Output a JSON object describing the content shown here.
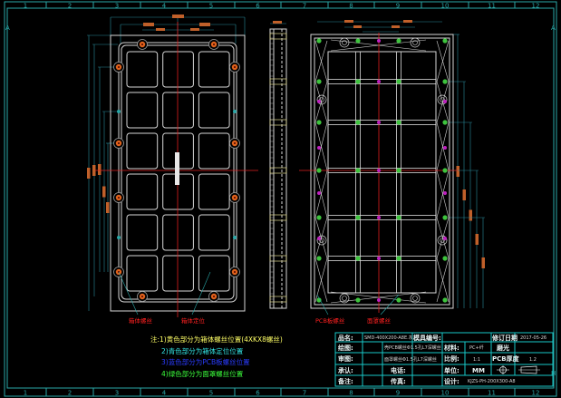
{
  "drawing": {
    "border": {
      "columns": [
        "1",
        "2",
        "3",
        "4",
        "5",
        "6",
        "7",
        "8",
        "9",
        "10",
        "11",
        "12"
      ],
      "rows": [
        "A",
        "H"
      ]
    },
    "callouts": {
      "box_screw": "箱体螺丝",
      "box_locate": "箱体定位",
      "pcb_screw": "PCB板螺丝",
      "mask_screw": "面罩螺丝"
    },
    "notes": [
      {
        "text": "注:1)黄色部分为箱体螺丝位置(4XKX8螺丝)",
        "color": "#ffff66"
      },
      {
        "text": "2)青色部分为箱体定位位置",
        "color": "#33e6e6"
      },
      {
        "text": "3)蓝色部分为PCB板螺丝位置",
        "color": "#2a3cff"
      },
      {
        "text": "4)绿色部分为面罩螺丝位置",
        "color": "#3cff3c"
      }
    ],
    "colors": {
      "frame": "#2aa7a7",
      "center_line": "#e02020",
      "bolt": "#e0621c",
      "mask_screw": "#3ec43e",
      "pcb_screw": "#c020c0"
    }
  },
  "title_block": {
    "product_label": "品名:",
    "product_value": "SMD-400X200-A8E.灰",
    "mold_no_label": "模具编号:",
    "mold_no_value": "",
    "revision_date_label": "修订日期",
    "revision_date_value": "2017-05-26",
    "drawn_label": "绘图:",
    "drawn_note": "壳PCB螺丝Φ1.5孔L7深螺丝",
    "material_label": "材料:",
    "material_value": "PC+纤",
    "finish_value": "磨光",
    "checked_label": "审图:",
    "checked_note": "面罩螺丝Φ1.5孔L7深螺丝",
    "scale_label": "比例:",
    "scale_value": "1:1",
    "pcb_thickness_label": "PCB厚度",
    "pcb_thickness_value": "1.2",
    "approved_label": "承认:",
    "phone_label": "电话:",
    "unit_label": "单位:",
    "unit_value": "MM",
    "remark_label": "备注:",
    "fax_label": "传真:",
    "design_label": "设计:",
    "design_value": "KJZS-PH-200X300-A8"
  }
}
